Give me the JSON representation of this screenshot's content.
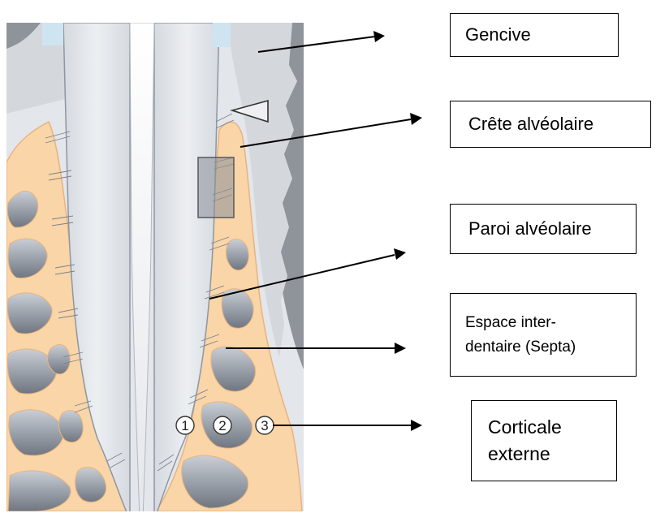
{
  "labels": {
    "gencive": "Gencive",
    "crete_alveolaire": "Crête alvéolaire",
    "paroi_alveolaire": "Paroi alvéolaire",
    "espace_interdentaire_line1": "Espace inter-",
    "espace_interdentaire_line2": "dentaire (Septa)",
    "corticale_externe_line1": "Corticale",
    "corticale_externe_line2": "externe"
  },
  "markers": {
    "one": "1",
    "two": "2",
    "three": "3"
  },
  "colors": {
    "bone": "#f9d5a8",
    "bone_edge": "#e9b37e",
    "root": "#dfe3e8",
    "root_edge": "#9ea6b0",
    "marrow_dark": "#7a818b",
    "gingiva": "#d7dadd",
    "gingiva_dark": "#8f949a",
    "enamel_blue": "#cfe4f1",
    "arrow": "#000000"
  },
  "icons": {
    "triangle": "open-triangle-icon",
    "highlight_box": "highlight-rectangle"
  }
}
